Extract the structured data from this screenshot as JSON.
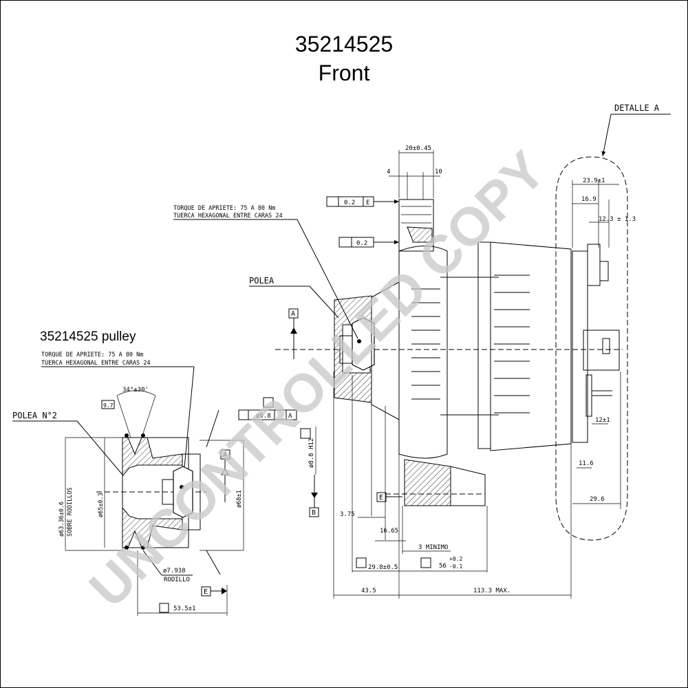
{
  "title": {
    "part_number": "35214525",
    "view": "Front"
  },
  "watermark": "UNCONTROLLED COPY",
  "pulley_title": "35214525 pulley",
  "labels": {
    "detalle_a": "DETALLE A",
    "polea": "POLEA",
    "polea_n2": "POLEA N°2",
    "torque_line1": "TORQUE DE APRIETE: 75 A 80 Nm",
    "torque_line2": "TUERCA HEXAGONAL ENTRE CARAS 24",
    "sobre_rodillos": "SOBRE RODILLOS",
    "rodillo": "RODILLO",
    "minimo": "3 MINIMO",
    "datum_a": "A",
    "datum_b": "B",
    "datum_e": "E"
  },
  "dimensions": {
    "d20": "20±0.45",
    "d4": "4",
    "d10": "10",
    "d23_9": "23.9±1",
    "d16_9": "16.9",
    "d12_3": "12.3 ± 1.3",
    "tol_flat": "0.2",
    "tol_par": "0.2",
    "pos_dia": "ø0.8",
    "bore": "ø8.8 H12",
    "d3_75": "3.75",
    "d16_65": "16.65",
    "d29_8": "29.8±0.5",
    "d56": "56",
    "d56_tol_up": "+0.2",
    "d56_tol_dn": "-0.1",
    "d43_5": "43.5",
    "d113_3": "113.3 MAX.",
    "d12": "12±1",
    "d11_6": "11.6",
    "d29_6": "29.6",
    "angle": "34°±30'",
    "d9_7": "9.7",
    "d63_36": "ø63.36±0.6",
    "d65": "ø65±0.3",
    "d68": "ø68±1",
    "d7_938": "ø7.938",
    "d53_5": "53.5±1"
  }
}
